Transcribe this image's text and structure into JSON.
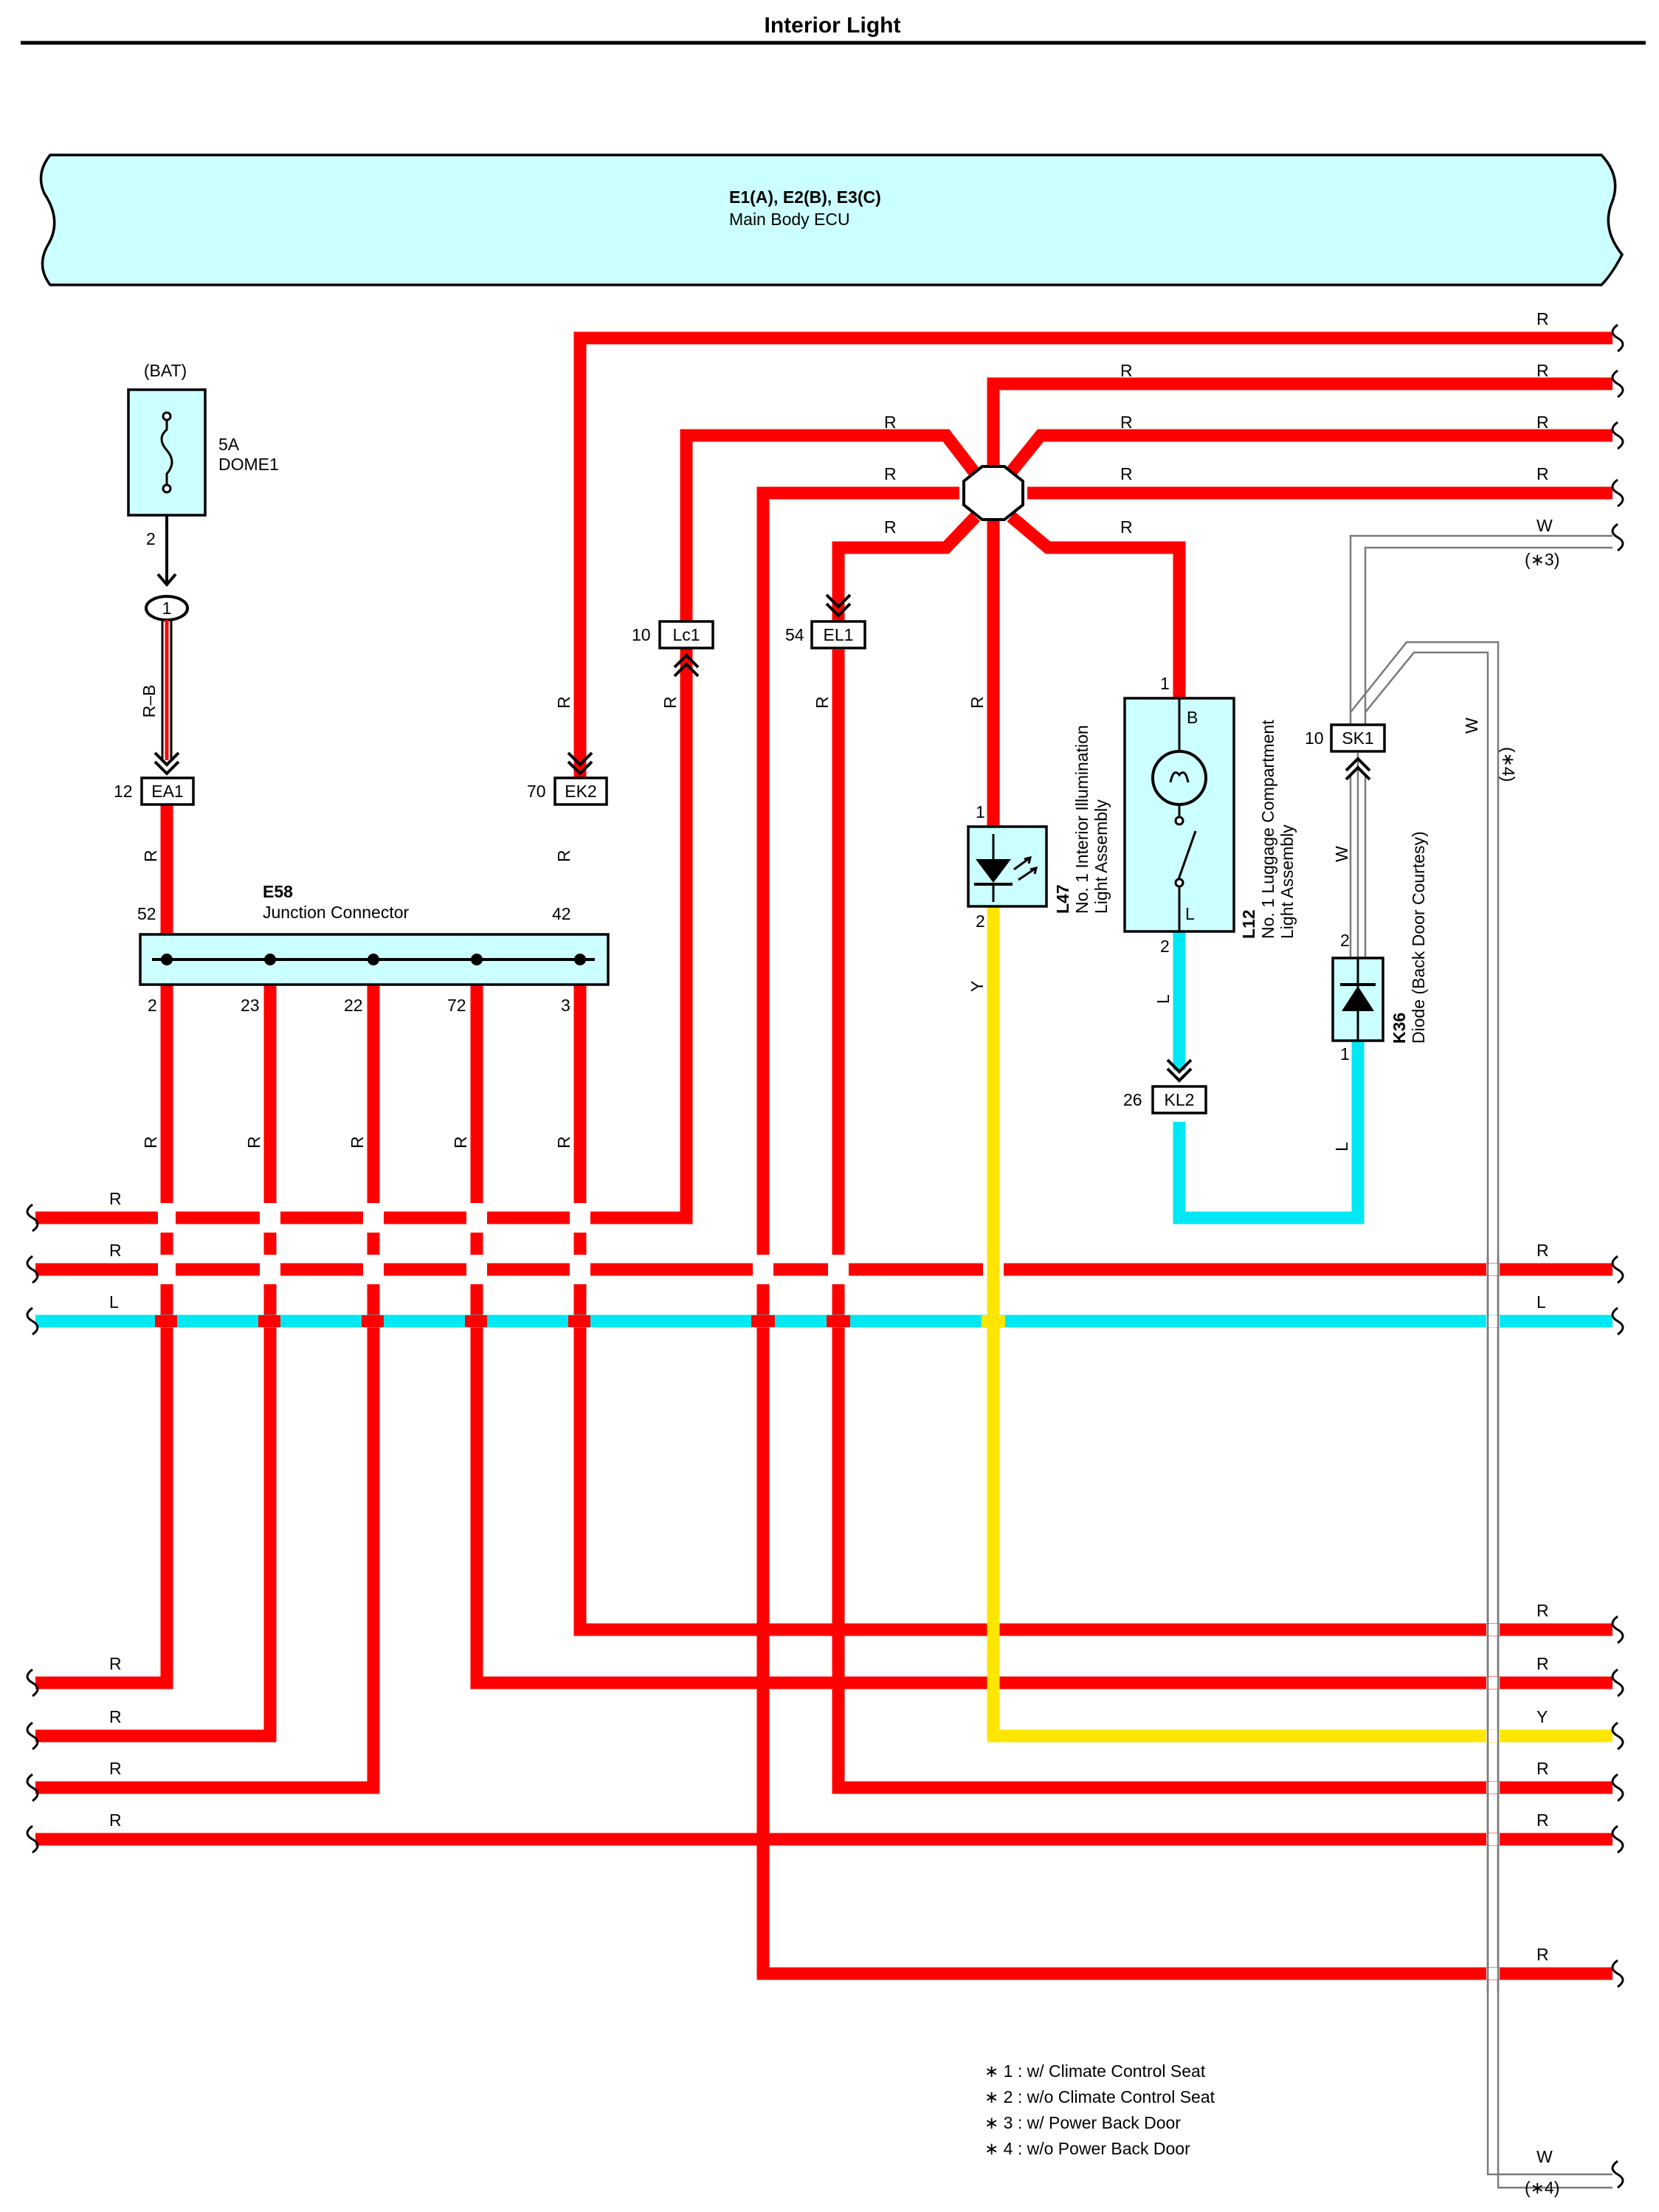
{
  "title": "Interior Light",
  "ecu": {
    "codes": "E1(A), E2(B), E3(C)",
    "name": "Main Body ECU"
  },
  "fuse": {
    "source": "(BAT)",
    "rating": "5A",
    "name": "DOME1",
    "pin": "2"
  },
  "splice_pin": "1",
  "junction": {
    "code": "E58",
    "name": "Junction Connector",
    "pins": {
      "top_left": "52",
      "top_right": "42",
      "b1": "2",
      "b2": "23",
      "b3": "22",
      "b4": "72",
      "b5": "3"
    }
  },
  "connectors": {
    "ea1": {
      "code": "EA1",
      "pin": "12"
    },
    "ek2": {
      "code": "EK2",
      "pin": "70"
    },
    "lc1": {
      "code": "Lc1",
      "pin": "10"
    },
    "el1": {
      "code": "EL1",
      "pin": "54"
    },
    "kl2": {
      "code": "KL2",
      "pin": "26"
    },
    "sk1": {
      "code": "SK1",
      "pin": "10"
    }
  },
  "components": {
    "l47": {
      "code": "L47",
      "line1": "No. 1 Interior Illumination",
      "line2": "Light Assembly",
      "pin_top": "1",
      "pin_bottom": "2"
    },
    "l12": {
      "code": "L12",
      "line1": "No. 1 Luggage Compartment",
      "line2": "Light Assembly",
      "pin_top": "1",
      "pin_bottom": "2",
      "term_b": "B",
      "term_l": "L"
    },
    "k36": {
      "code": "K36",
      "line1": "Diode (Back Door Courtesy)",
      "pin_top": "2",
      "pin_bottom": "1"
    }
  },
  "wire_colors": {
    "R": "R",
    "L": "L",
    "Y": "Y",
    "W": "W",
    "RB": "R–B"
  },
  "colors": {
    "red": "#ff0000",
    "blue": "#00e8f4",
    "yellow": "#ffe600",
    "box_fill": "#ccffff",
    "white_wire": "#7a7a7a"
  },
  "notes_marks": {
    "n3": "(∗3)",
    "n4": "(∗4)",
    "n4v": "(∗4)"
  },
  "notes": [
    "∗ 1 : w/ Climate Control Seat",
    "∗ 2 : w/o Climate Control Seat",
    "∗ 3 : w/ Power Back Door",
    "∗ 4 : w/o Power Back Door"
  ]
}
